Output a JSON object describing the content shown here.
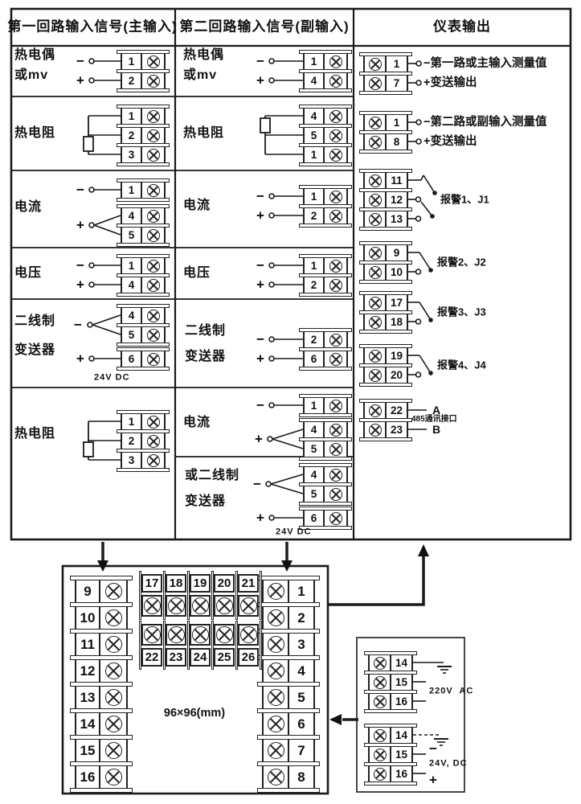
{
  "headers": {
    "col1": "第一回路输入信号(主输入)",
    "col2": "第二回路输入信号(副输入)",
    "col3": "仪表输出"
  },
  "signs": {
    "minus": "−",
    "plus": "+"
  },
  "col1": {
    "r1l1": "热电偶",
    "r1l2": "或mv",
    "r2l": "热电阻",
    "r3l": "电流",
    "r4l": "电压",
    "r5l1": "二线制",
    "r5l2": "变送器",
    "r5note": "24V DC",
    "r6l": "热电阻"
  },
  "col2": {
    "r1l1": "热电偶",
    "r1l2": "或mv",
    "r2l": "热电阻",
    "r3l": "电流",
    "r4l": "电压",
    "r5l1": "二线制",
    "r5l2": "变送器",
    "r6l": "电流",
    "r7l1": "或二线制",
    "r7l2": "变送器",
    "r7note": "24V DC"
  },
  "col3": {
    "b1t1": "−第一路或主输入测量值",
    "b1t2": "+变送输出",
    "b2t1": "−第二路或副输入测量值",
    "b2t2": "+变送输出",
    "b3": "报警1、J1",
    "b4": "报警2、J2",
    "b5": "报警3、J3",
    "b6": "报警4、J4",
    "b7a": "A",
    "b7b": "B",
    "b7c": "485通讯接口"
  },
  "bottom": {
    "size": "96×96(mm)"
  },
  "power": {
    "ac": "220V  AC",
    "dc": "24V, DC",
    "minus": "−",
    "plus": "+"
  },
  "strips": {
    "c1r1": [
      "1",
      "2"
    ],
    "c1r2": [
      "1",
      "2",
      "3"
    ],
    "c1r3a": [
      "1"
    ],
    "c1r3b": [
      "4",
      "5"
    ],
    "c1r4": [
      "1",
      "4"
    ],
    "c1r5a": [
      "4",
      "5"
    ],
    "c1r5b": [
      "6"
    ],
    "c1r6": [
      "1",
      "2",
      "3"
    ],
    "c2r1": [
      "1",
      "4"
    ],
    "c2r2": [
      "4",
      "5",
      "1"
    ],
    "c2r3": [
      "1",
      "2"
    ],
    "c2r4": [
      "1",
      "2"
    ],
    "c2r5": [
      "2",
      "6"
    ],
    "c2r6a": [
      "1"
    ],
    "c2r6b": [
      "4",
      "5"
    ],
    "c2r7a": [
      "4",
      "5"
    ],
    "c2r7b": [
      "6"
    ],
    "o1": [
      "1",
      "7"
    ],
    "o2": [
      "1",
      "8"
    ],
    "o3": [
      "11",
      "12",
      "13"
    ],
    "o4": [
      "9",
      "10"
    ],
    "o5": [
      "17",
      "18"
    ],
    "o6": [
      "19",
      "20"
    ],
    "o7": [
      "22",
      "23"
    ],
    "bL": [
      "9",
      "10",
      "11",
      "12",
      "13",
      "14",
      "15",
      "16"
    ],
    "bR": [
      "1",
      "2",
      "3",
      "4",
      "5",
      "6",
      "7",
      "8"
    ],
    "bMt": [
      "17",
      "18",
      "19",
      "20",
      "21"
    ],
    "bMb": [
      "22",
      "23",
      "24",
      "25",
      "26"
    ],
    "p1": [
      "14",
      "15",
      "16"
    ],
    "p2": [
      "14",
      "15",
      "16"
    ]
  }
}
